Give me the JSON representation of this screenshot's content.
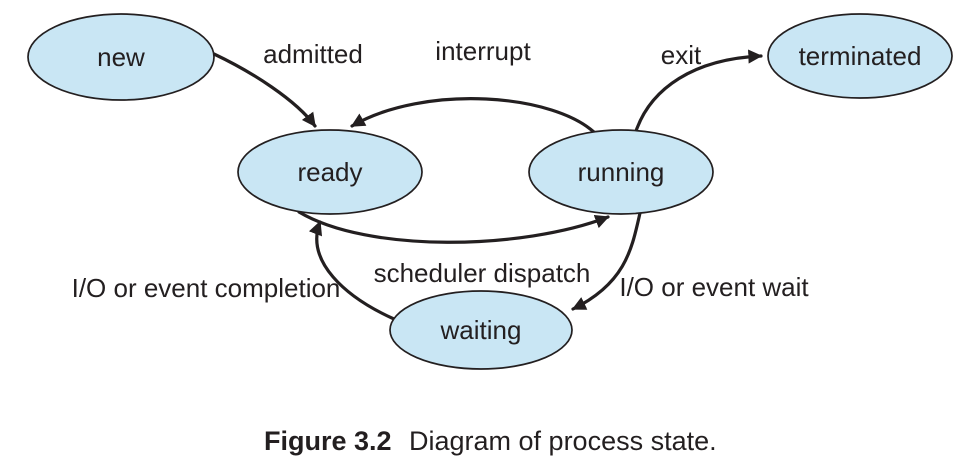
{
  "colors": {
    "state_fill": "#c9e6f4",
    "line": "#231f20",
    "background": "#ffffff"
  },
  "states": [
    {
      "name": "new",
      "label": "new"
    },
    {
      "name": "ready",
      "label": "ready"
    },
    {
      "name": "running",
      "label": "running"
    },
    {
      "name": "terminated",
      "label": "terminated"
    },
    {
      "name": "waiting",
      "label": "waiting"
    }
  ],
  "transitions": [
    {
      "name": "admitted",
      "label": "admitted",
      "from": "new",
      "to": "ready"
    },
    {
      "name": "interrupt",
      "label": "interrupt",
      "from": "running",
      "to": "ready"
    },
    {
      "name": "exit",
      "label": "exit",
      "from": "running",
      "to": "terminated"
    },
    {
      "name": "scheduler-dispatch",
      "label": "scheduler dispatch",
      "from": "ready",
      "to": "running"
    },
    {
      "name": "io-or-event-wait",
      "label": "I/O or event wait",
      "from": "running",
      "to": "waiting"
    },
    {
      "name": "io-or-event-completion",
      "label": "I/O or event completion",
      "from": "waiting",
      "to": "ready"
    }
  ],
  "caption": {
    "label": "Figure 3.2",
    "text": "Diagram of process state."
  }
}
